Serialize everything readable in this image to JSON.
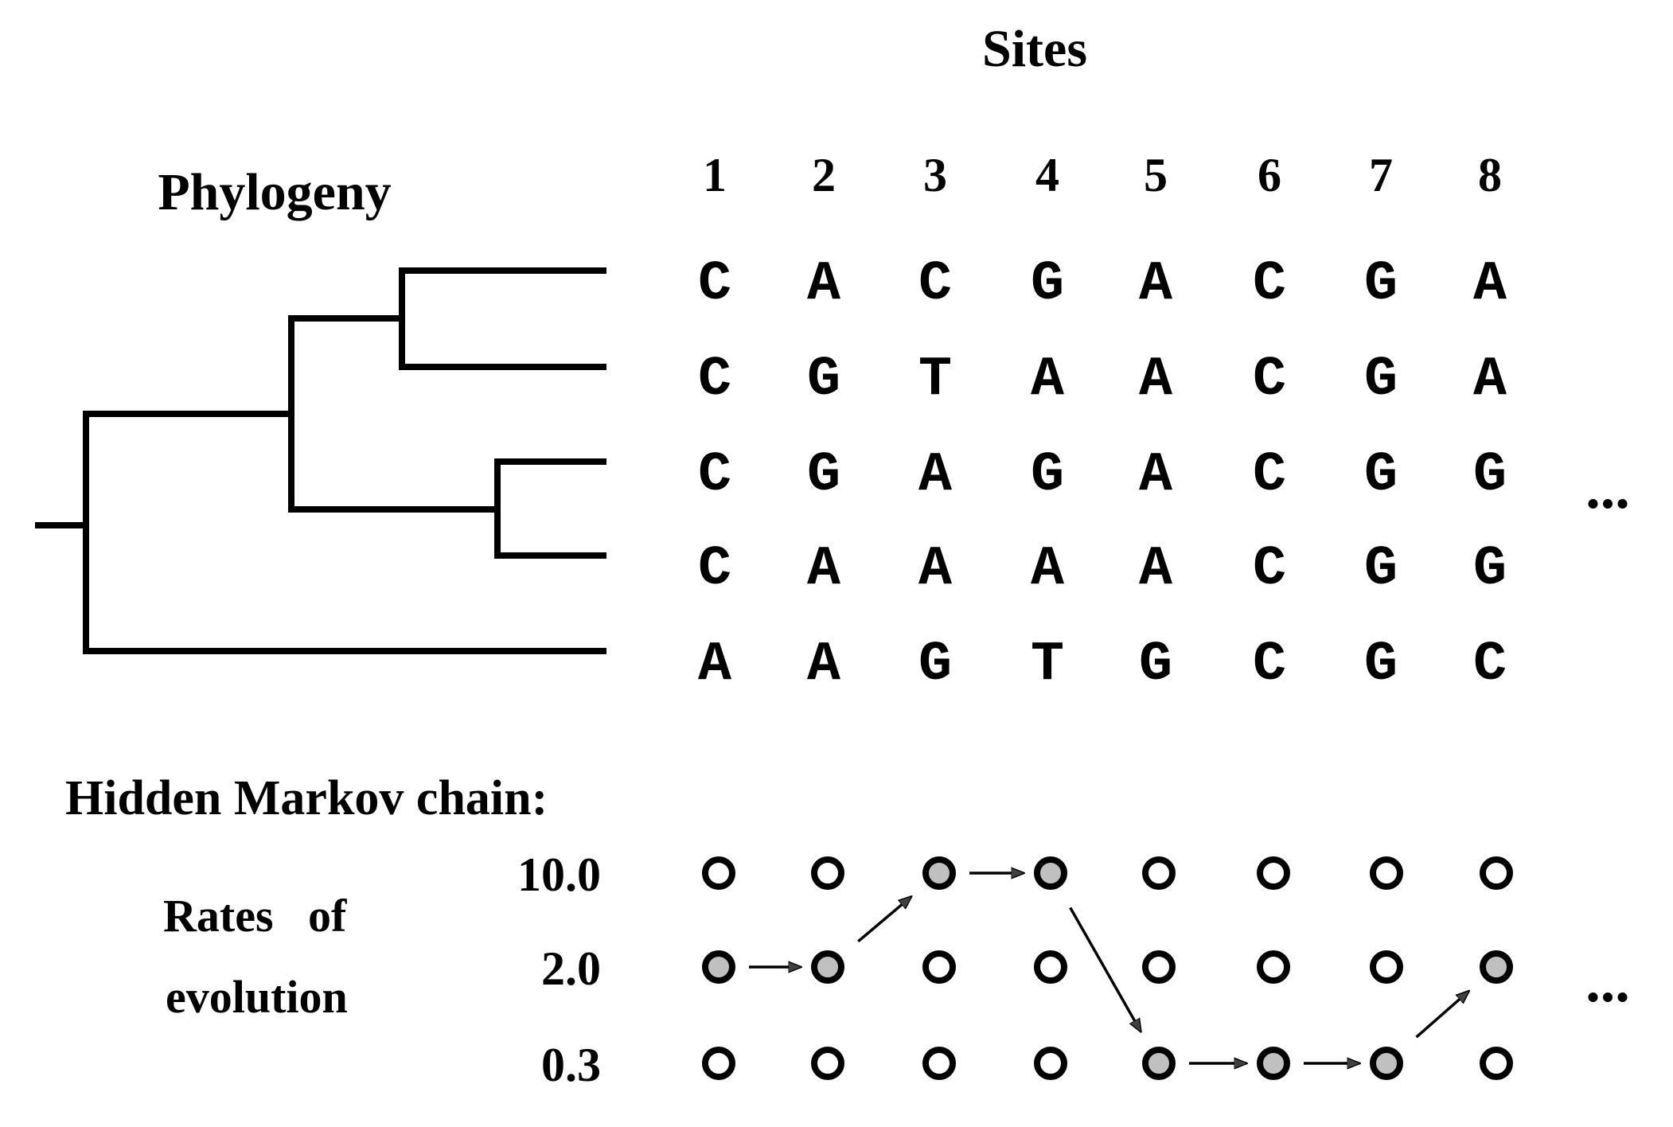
{
  "labels": {
    "sites": "Sites",
    "phylogeny": "Phylogeny",
    "hmm": "Hidden Markov chain:",
    "rates_line1": "Rates   of",
    "rates_line2": "evolution",
    "ellipsis": "..."
  },
  "site_numbers": [
    "1",
    "2",
    "3",
    "4",
    "5",
    "6",
    "7",
    "8"
  ],
  "alignment": [
    [
      "C",
      "A",
      "C",
      "G",
      "A",
      "C",
      "G",
      "A"
    ],
    [
      "C",
      "G",
      "T",
      "A",
      "A",
      "C",
      "G",
      "A"
    ],
    [
      "C",
      "G",
      "A",
      "G",
      "A",
      "C",
      "G",
      "G"
    ],
    [
      "C",
      "A",
      "A",
      "A",
      "A",
      "C",
      "G",
      "G"
    ],
    [
      "A",
      "A",
      "G",
      "T",
      "G",
      "C",
      "G",
      "C"
    ]
  ],
  "rates": [
    "10.0",
    "2.0",
    "0.3"
  ],
  "hidden_path_rate_index": [
    1,
    1,
    0,
    0,
    2,
    2,
    2,
    1
  ],
  "colors": {
    "ink": "#000000",
    "state_selected": "#c0c0c0",
    "state_unselected": "#ffffff",
    "arrow": "#404040"
  }
}
